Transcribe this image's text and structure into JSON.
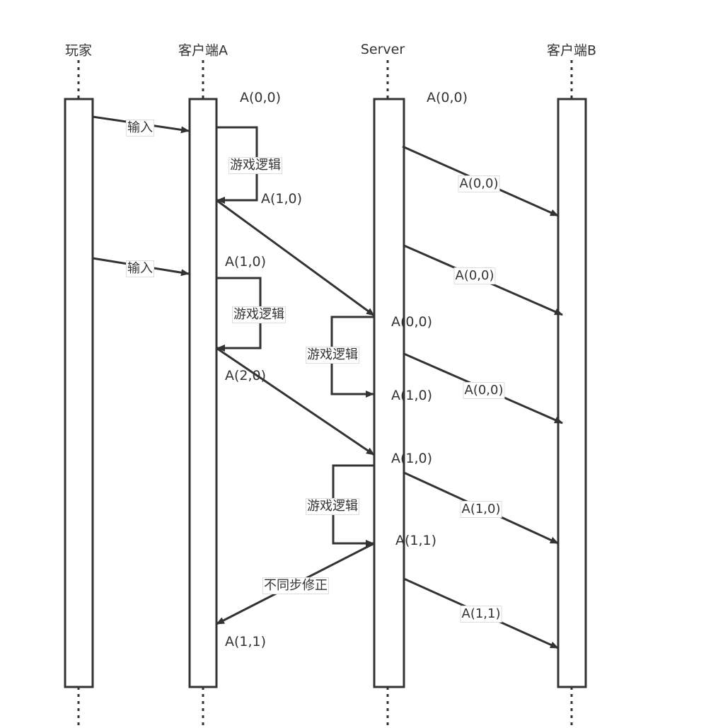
{
  "participants": [
    "玩家",
    "客户端A",
    "Server",
    "客户端B"
  ],
  "messages": {
    "input1": "输入",
    "input2": "输入",
    "logic_a1": "游戏逻辑",
    "logic_a2": "游戏逻辑",
    "logic_s1": "游戏逻辑",
    "logic_s2": "游戏逻辑",
    "correction": "不同步修正",
    "b1": "A(0,0)",
    "b2": "A(0,0)",
    "b3": "A(0,0)",
    "b4": "A(1,0)",
    "b5": "A(1,1)"
  },
  "states": {
    "a_init": "A(0,0)",
    "a_after1": "A(1,0)",
    "a_before2": "A(1,0)",
    "a_after2": "A(2,0)",
    "a_corrected": "A(1,1)",
    "s_init": "A(0,0)",
    "s_recv1": "A(0,0)",
    "s_after1": "A(1,0)",
    "s_recv2": "A(1,0)",
    "s_after2": "A(1,1)"
  },
  "colors": {
    "line": "#333333",
    "label_border": "#dddddd"
  }
}
